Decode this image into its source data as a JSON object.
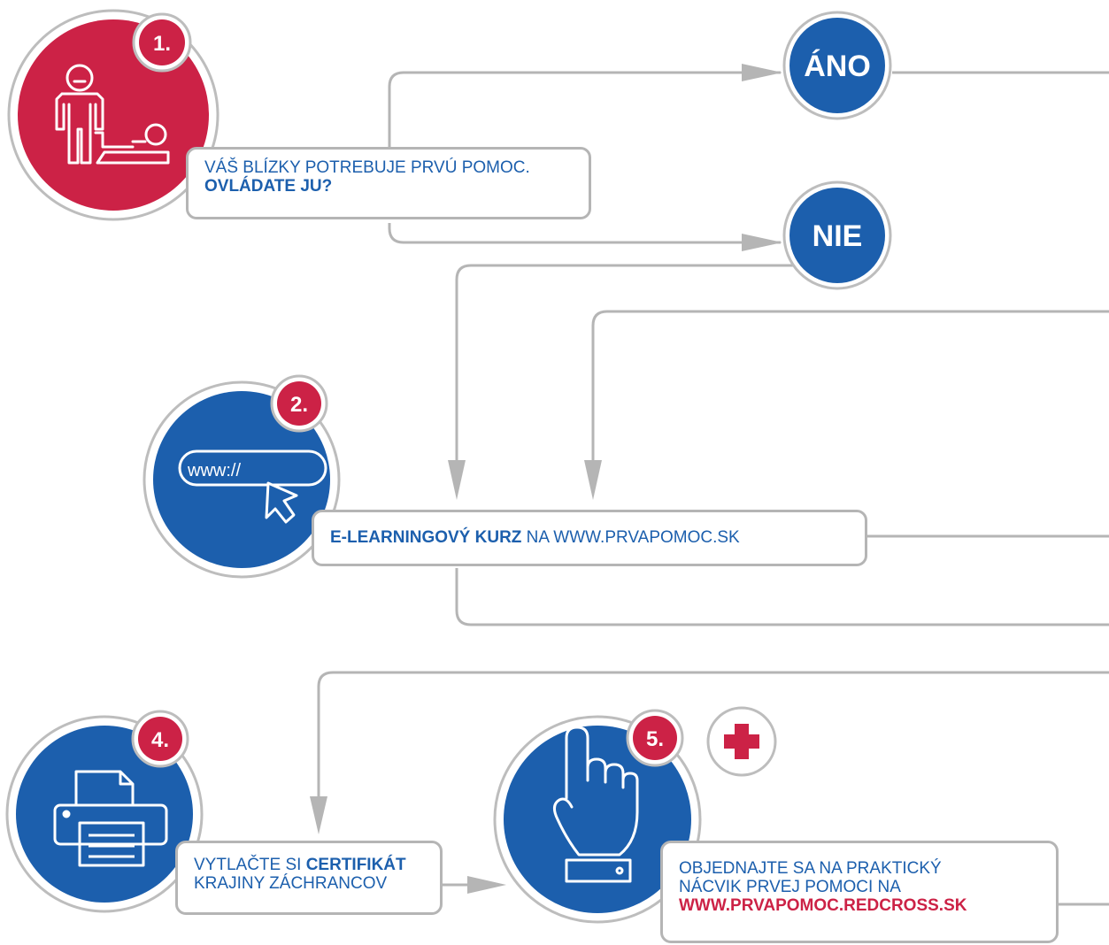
{
  "steps": {
    "step1": {
      "number": "1.",
      "question_line1": "VÁŠ BLÍZKY POTREBUJE PRVÚ POMOC.",
      "question_line2": "OVLÁDATE JU?"
    },
    "yes": {
      "label": "ÁNO"
    },
    "no": {
      "label": "NIE"
    },
    "step2": {
      "number": "2.",
      "url_icon_text": "www://",
      "text_bold": "E-LEARNINGOVÝ KURZ",
      "text_rest": " NA WWW.PRVAPOMOC.SK"
    },
    "step4": {
      "number": "4.",
      "line1_plain": "VYTLAČTE SI ",
      "line1_bold": "CERTIFIKÁT",
      "line2": "KRAJINY ZÁCHRANCOV"
    },
    "step5": {
      "number": "5.",
      "line1": "OBJEDNAJTE SA NA PRAKTICKÝ",
      "line2": "NÁCVIK PRVEJ POMOCI NA",
      "line3": "WWW.PRVAPOMOC.REDCROSS.SK"
    }
  },
  "colors": {
    "red": "#cc2246",
    "blue": "#1c5fad",
    "ring": "#bdbdbd",
    "line": "#b5b5b5"
  },
  "icons": [
    "person-helping-icon",
    "browser-cursor-icon",
    "printer-icon",
    "pointing-hand-icon",
    "red-cross-icon"
  ]
}
